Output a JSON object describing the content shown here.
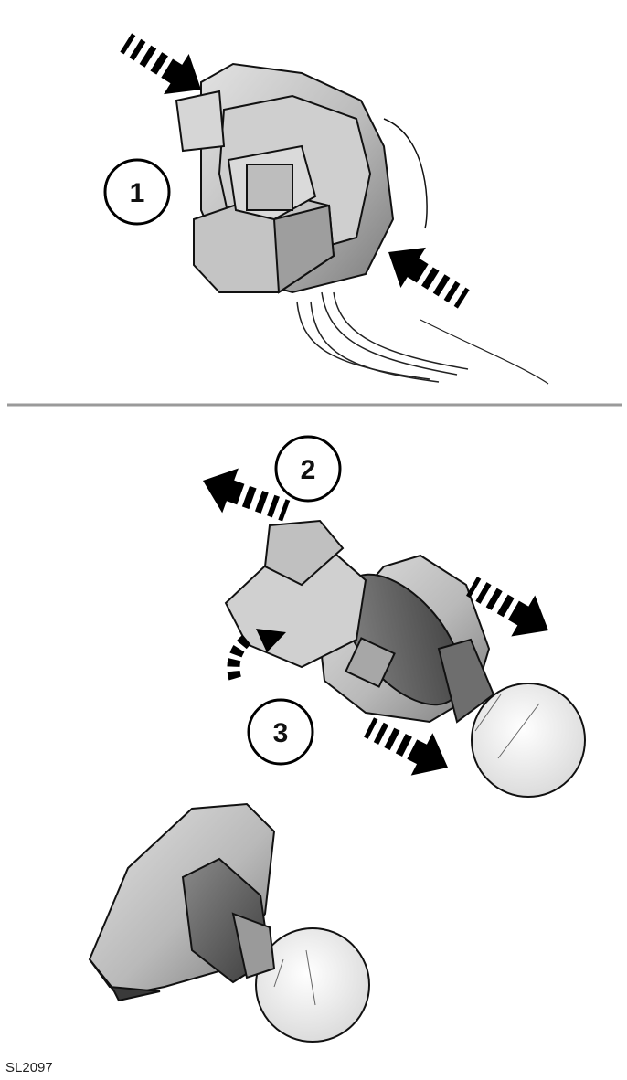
{
  "figure_id": "SL2097",
  "steps": {
    "step1": "1",
    "step2": "2",
    "step3": "3"
  },
  "colors": {
    "background": "#ffffff",
    "divider": "#9a9a9a",
    "part_fill": "#c8c8c8",
    "part_dark": "#5a5a5a",
    "outline": "#111111",
    "bulb_glass": "#efefef"
  },
  "icons": [
    "push-arrow",
    "pull-arrow",
    "rotate-arrow",
    "bulb-holder",
    "connector",
    "bulb"
  ]
}
